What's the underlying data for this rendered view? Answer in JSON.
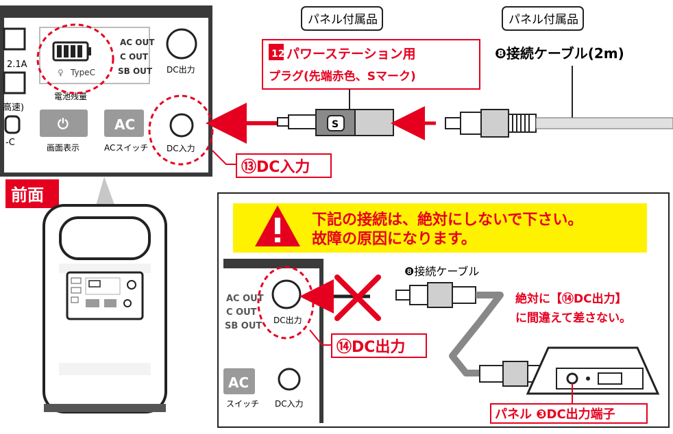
{
  "colors": {
    "red": "#e6001f",
    "yellow": "#fff200",
    "panel_dark": "#3a3a3a",
    "button_gray": "#9a9a9a"
  },
  "device_panel": {
    "ac_out_1": "AC OUT",
    "ac_out_2": "C OUT",
    "usb_out": "SB OUT",
    "left_label_1": "2.1A",
    "left_label_2": "高速)",
    "left_label_3": "-C",
    "battery_typec": "TypeC",
    "battery_label": "電池残量",
    "dc_out_label": "DC出力",
    "power_button_caption": "画面表示",
    "ac_button_text": "AC",
    "ac_button_caption": "ACスイッチ",
    "dc_in_label": "DC入力"
  },
  "front_label": "前面",
  "callouts": {
    "accessory_1": "パネル付属品",
    "accessory_2": "パネル付属品",
    "plug_num": "12",
    "plug_line1": "パワーステーション用",
    "plug_line2": "プラグ(先端赤色、Sマーク)",
    "cable_title": "❽接続ケーブル(2m)",
    "dc_in_callout": "⑬DC入力"
  },
  "warning": {
    "line1": "下記の接続は、絶対にしないで下さい。",
    "line2": "故障の原因になります。",
    "cable_label": "❽接続ケーブル",
    "note_line1": "絶対に【⑭DC出力】",
    "note_line2": "に間違えて差さない。",
    "dc_out_callout": "⑭DC出力",
    "panel_terminal": "パネル ❸DC出力端子",
    "inset_ac_out_1": "AC OUT",
    "inset_ac_out_2": "C OUT",
    "inset_usb_out": "SB OUT",
    "inset_dc_out": "DC出力",
    "inset_ac_button": "AC",
    "inset_ac_caption": "スイッチ",
    "inset_dc_in": "DC入力"
  }
}
